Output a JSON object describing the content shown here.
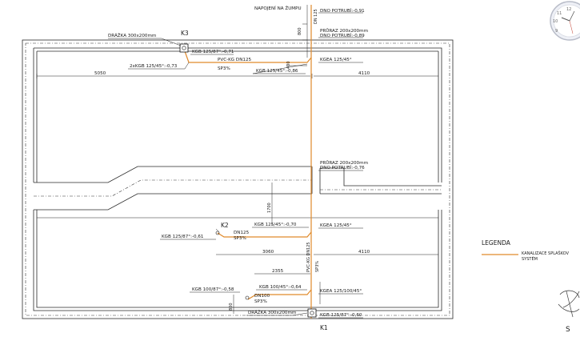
{
  "labels": {
    "napojeni": "NAPOJENÍ NA ŽUMPU",
    "dn125_vertical": "DN 125",
    "dim_800_top": "800",
    "dno_top": "DNO POTRUBÍ:-0,91",
    "pruraz_top": "PRŮRAZ 200x200mm",
    "dno_top2": "DNO POTRUBÍ:-0,89",
    "drazka_top": "DRÁŽKA 300x200mm",
    "k3": "K3",
    "kgb_k3": "KGB 125/87°:-0,71",
    "kgb_2x": "2xKGB 125/45°:-0,73",
    "pvc_kg": "PVC-KG DN125",
    "sp3_top": "SP3%",
    "dim_400": "400",
    "kgea_top": "KGEA 125/45°",
    "kgb_086": "KGB 125/45°:-0,86",
    "dim_5050": "5050",
    "dim_4110_top": "4110",
    "pruraz_mid": "PRŮRAZ 200x200mm",
    "dno_mid": "DNO POTRUBÍ:-0,76",
    "dim_1700": "1700",
    "k2": "K2",
    "dn125_k2": "DN125",
    "sp3_k2": "SP3%",
    "kgb_070": "KGB 125/45°:-0,70",
    "kgea_mid": "KGEA 125/45°",
    "kgb_061": "KGB 125/87°:-0,61",
    "dim_3060": "3060",
    "pvc_vertical": "PVC-KG DN125",
    "sp3_vertical": "SP3%",
    "dim_4110_mid": "4110",
    "dim_2355": "2355",
    "kgb_058": "KGB 100/87°:-0,58",
    "kgb_064": "KGB 100/45°:-0,64",
    "dn100": "DN100",
    "sp3_bottom": "SP3%",
    "kgea_bottom": "KGEA 125/100/45°",
    "dim_800_bottom": "800",
    "drazka_bottom": "DRÁŽKA 300x200mm",
    "kgb_060": "KGB 125/87°:-0,60",
    "k1": "K1"
  },
  "legend": {
    "title": "LEGENDA",
    "item_line1": "KANALIZACE SPLAŠKOV",
    "item_line2": "SYSTÉM"
  },
  "colors": {
    "pipe": "#e08a2b",
    "lines": "#222222"
  },
  "icons": {
    "clock": "clock-icon",
    "logo": "logo-icon"
  },
  "logo_letter": "S"
}
